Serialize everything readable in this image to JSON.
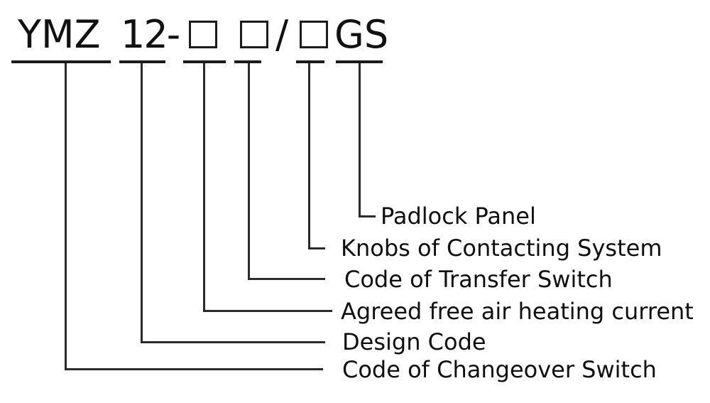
{
  "model_code": {
    "series": "YMZ",
    "design_number": "12-",
    "separator": "/",
    "suffix": "GS"
  },
  "labels": {
    "padlock_panel": "Padlock Panel",
    "knobs_of_contacting_system": "Knobs of Contacting System",
    "code_of_transfer_switch": "Code of Transfer Switch",
    "agreed_free_air_heating_current": "Agreed free air heating current",
    "design_code": "Design Code",
    "code_of_changeover_switch": "Code of Changeover Switch"
  },
  "colors": {
    "text": "#111111",
    "line": "#262626",
    "background": "#ffffff"
  }
}
